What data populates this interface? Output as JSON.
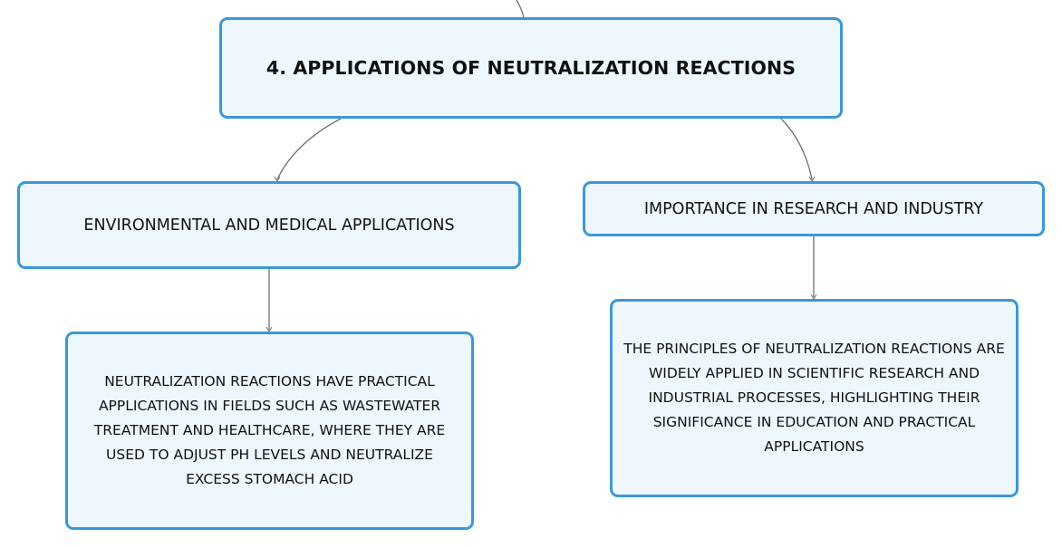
{
  "main": {
    "title": "4. APPLICATIONS OF NEUTRALIZATION REACTIONS"
  },
  "branches": [
    {
      "label": "ENVIRONMENTAL AND MEDICAL APPLICATIONS",
      "detail": "NEUTRALIZATION REACTIONS HAVE PRACTICAL APPLICATIONS IN FIELDS SUCH AS WASTEWATER TREATMENT AND HEALTHCARE, WHERE THEY ARE USED TO ADJUST PH LEVELS AND NEUTRALIZE EXCESS STOMACH ACID"
    },
    {
      "label": "IMPORTANCE IN RESEARCH AND INDUSTRY",
      "detail": "THE PRINCIPLES OF NEUTRALIZATION REACTIONS ARE WIDELY APPLIED IN SCIENTIFIC RESEARCH AND INDUSTRIAL PROCESSES, HIGHLIGHTING THEIR SIGNIFICANCE IN EDUCATION AND PRACTICAL APPLICATIONS"
    }
  ],
  "colors": {
    "node_border": "#3a98d8",
    "node_fill": "#eef7fd",
    "connector": "#6f6f6f",
    "text": "#111111"
  }
}
